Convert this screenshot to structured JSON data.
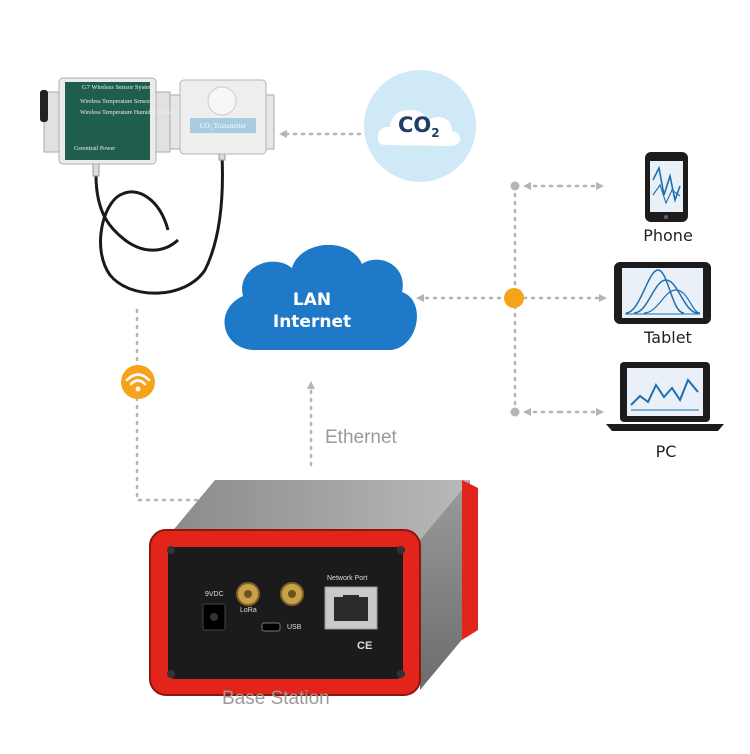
{
  "co2_badge": {
    "main": "CO",
    "sub": "2"
  },
  "cloud": {
    "line1": "LAN",
    "line2": "Internet"
  },
  "devices": {
    "phone": "Phone",
    "tablet": "Tablet",
    "pc": "PC"
  },
  "labels": {
    "ethernet": "Ethernet",
    "base_station": "Base Station"
  },
  "sensor_unit": {
    "title": "G7 Wireless Sensor System",
    "row1": "Wireless Temperature Sensor",
    "row2": "Wireless Temperature Humidity Sensor",
    "footer": "Greentrail Power"
  },
  "transmitter": {
    "label": "CO₂ Transmitter"
  },
  "base_station_panel": {
    "power": "9VDC",
    "lora": "LoRa",
    "network_port": "Network Port",
    "usb": "USB",
    "ce": "CE"
  },
  "colors": {
    "cloud_blue": "#1e7ac8",
    "co2_circle": "#cfe9f6",
    "hub_orange": "#f7a21b",
    "housing_red": "#e3241b",
    "dots_gray": "#b5b5b5"
  }
}
